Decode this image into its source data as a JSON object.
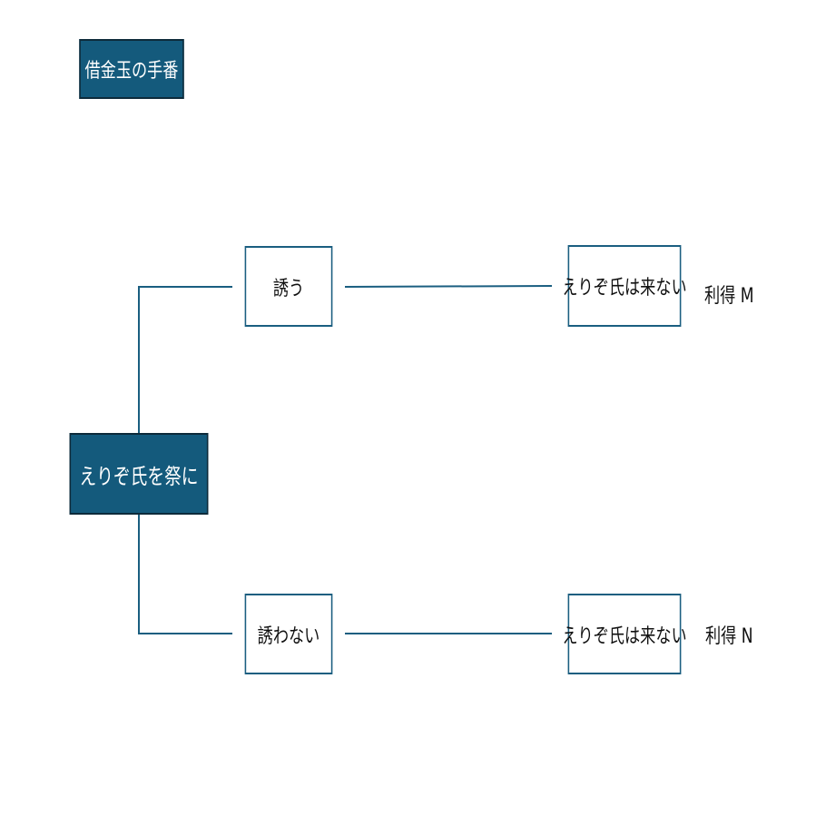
{
  "title": "借金玉の手番",
  "root": {
    "label": "えりぞ氏を祭に"
  },
  "branches": [
    {
      "action": "誘う",
      "outcome": "えりぞ氏は来ない",
      "payoff": "利得 M"
    },
    {
      "action": "誘わない",
      "outcome": "えりぞ氏は来ない",
      "payoff": "利得 N"
    }
  ],
  "colors": {
    "dark_fill": "#145a7c",
    "dark_border": "#0d2a3a",
    "line": "#1a5e80",
    "light_fill": "#ffffff",
    "text_dark": "#111111",
    "text_light": "#ffffff"
  }
}
